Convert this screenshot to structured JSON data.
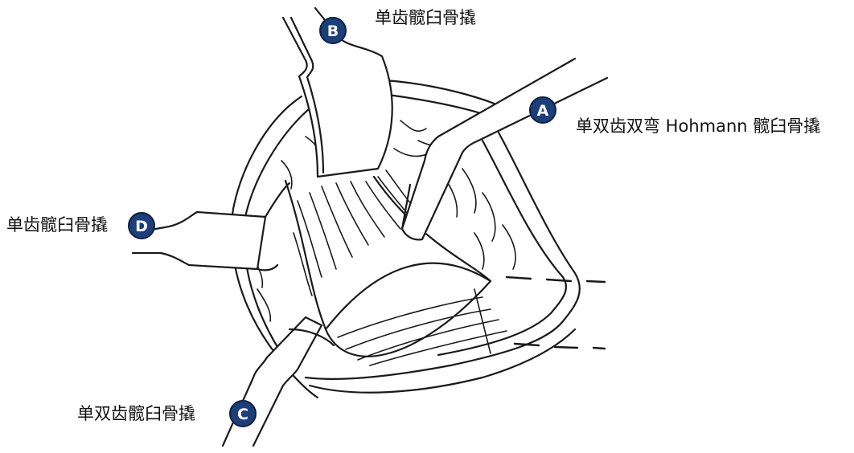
{
  "labels": {
    "a": "单双齿双弯 Hohmann 髋臼骨撬",
    "b": "单齿髋臼骨撬",
    "c": "单双齿髋臼骨撬",
    "d": "单齿髋臼骨撬"
  },
  "badges": {
    "a": "A",
    "b": "B",
    "c": "C",
    "d": "D"
  },
  "colors": {
    "line": "#1a1a1a",
    "badge_fill": "#1c3f7a",
    "badge_stroke": "#0d1f40",
    "background": "#ffffff"
  }
}
